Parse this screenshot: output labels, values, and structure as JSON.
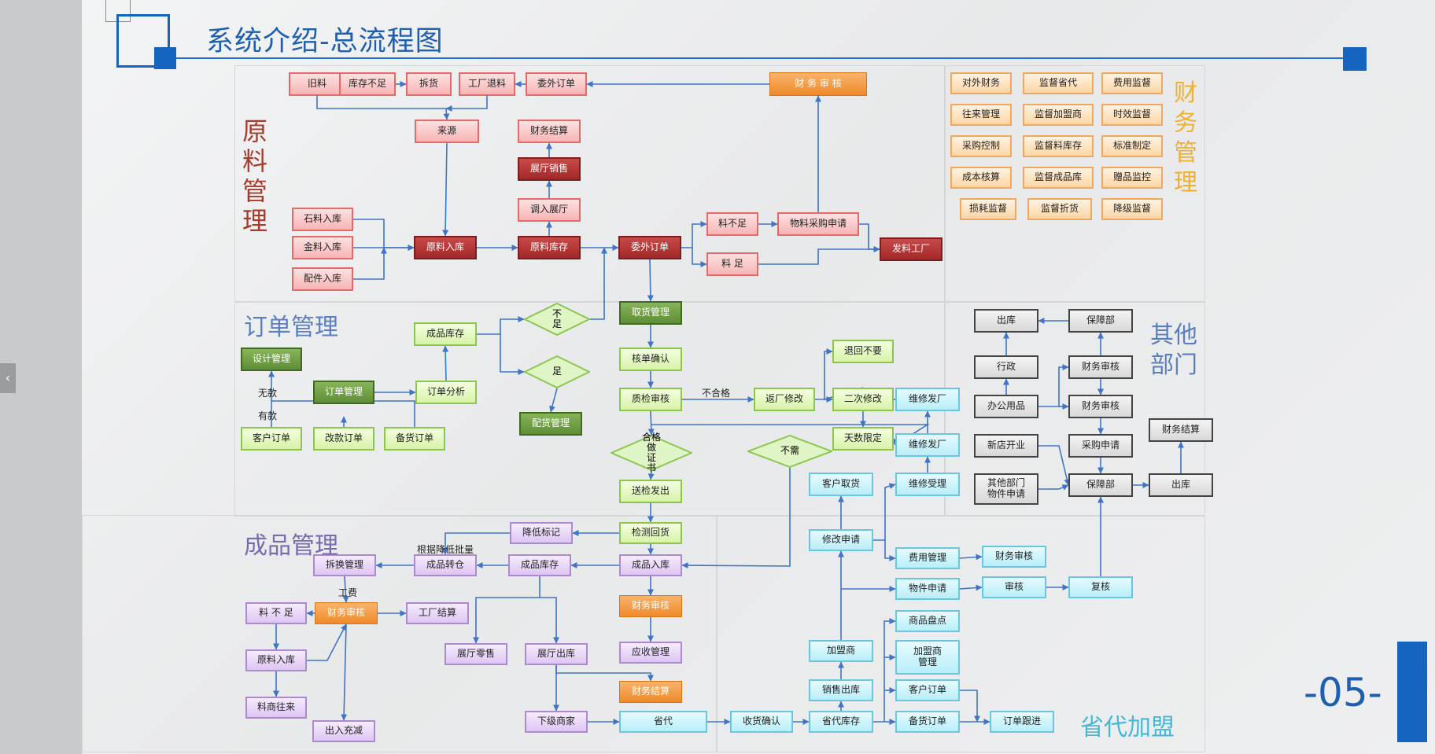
{
  "title": "系统介绍-总流程图",
  "page_number": "-05-",
  "nav_prev_glyph": "‹",
  "colors": {
    "accent": "#1565c0",
    "title": "#1f5fb0",
    "arrow": "#3f75c4"
  },
  "section_labels": {
    "raw": "原\n料\n管\n理",
    "finance": "财\n务\n管\n理",
    "order": "订单管理",
    "other": "其他\n部门",
    "product": "成品管理",
    "franchise": "省代加盟"
  },
  "nodes": {
    "jiuliao": "旧料",
    "kucunbuzu": "库存不足",
    "chaihuo": "拆货",
    "gongchangtuiliao": "工厂退料",
    "weiwai_top": "委外订单",
    "caiwu_top": "财 务 审 核",
    "laiyuan": "来源",
    "caiwujiesuan1": "财务结算",
    "zhantingxiaoshou": "展厅销售",
    "diaoruzhanting": "调入展厅",
    "shiliaorukuo": "石料入库",
    "jinliaorukuo": "金料入库",
    "peijianrukuo": "配件入库",
    "yuanliaorukuo": "原料入库",
    "yuanliaokucun": "原料库存",
    "weiwaidingdan2": "委外订单",
    "liaobuzu": "料不足",
    "liaozu": "料  足",
    "wuliaocaigou": "物料采购申请",
    "faliaogongchang": "发料工厂",
    "duiwaicaiwu": "对外财务",
    "jiandushengdai": "监督省代",
    "feiyongjiandu": "费用监督",
    "wanglaiguanli": "往来管理",
    "jiandujiameng": "监督加盟商",
    "shixiaojiandu": "时效监督",
    "caigoukongzhi": "采购控制",
    "jianduliaokucun": "监督料库存",
    "biaozhunzhiding": "标准制定",
    "chengbenhesuan": "成本核算",
    "jianduchengpin": "监督成品库",
    "zengpinjiankong": "赠品监控",
    "sunhaojiandu": "损耗监督",
    "jianduzhekou": "监督折货",
    "jiangjijiandu": "降级监督",
    "chengpinkucun_o": "成品库存",
    "sheji": "设计管理",
    "dingdanguanli": "订单管理",
    "dingdanfenxi": "订单分析",
    "kehudingdan": "客户订单",
    "gaikuandingdan": "改款订单",
    "beihuodingdan": "备货订单",
    "peihuoguanli": "配货管理",
    "quhuoguanli": "取货管理",
    "hedanqueren": "核单确认",
    "zhijianshenhe": "质检审核",
    "fanchangxiugai": "返厂修改",
    "erci": "二次修改",
    "tuihui": "退回不要",
    "tianshuxianding": "天数限定",
    "weixiufachang1": "维修发厂",
    "weixiufachang2": "维修发厂",
    "weixiushouli": "维修受理",
    "kehuquhuo": "客户取货",
    "songjianfachu": "送检发出",
    "chuku1": "出库",
    "baozhangbu1": "保障部",
    "xingzheng": "行政",
    "caiwushenhe_a": "财务审核",
    "bangongyongpin": "办公用品",
    "caiwushenhe_b": "财务审核",
    "xindiankaiye": "新店开业",
    "caigoushenqing": "采购申请",
    "qitabumen": "其他部门\n物件申请",
    "baozhangbu2": "保障部",
    "chuku2": "出库",
    "caiwujiesuan2": "财务结算",
    "jiangdibiaoji": "降低标记",
    "jiancehuihuo": "检测回货",
    "chaihuanguanli": "拆换管理",
    "chengpinzhuancang": "成品转仓",
    "chengpinkucun_p": "成品库存",
    "chengpinrukuo": "成品入库",
    "liaobuzu2": "料  不  足",
    "caiwushenhe_p": "财务审核",
    "gongchangjiesuan": "工厂结算",
    "caiwushenhe_p2": "财务审核",
    "yuanliaorukuo2": "原料入库",
    "zhantinglingshou": "展厅零售",
    "zhantingchuku": "展厅出库",
    "yingshouguanli": "应收管理",
    "liaoshangwanglai": "料商往来",
    "churuchongjian": "出入充减",
    "caiwujiesuan3": "财务结算",
    "xiajishangjia": "下级商家",
    "shengdai": "省代",
    "shouhuoqueren": "收货确认",
    "shengdaikucun": "省代库存",
    "beihuodingdan2": "备货订单",
    "dingdangenjin": "订单跟进",
    "kehudingdan2": "客户订单",
    "jiamengguanli": "加盟商\n管理",
    "shangpinpandian": "商品盘点",
    "xiaoshouchuku": "销售出库",
    "jiamengshang": "加盟商",
    "xiugaishenqing": "修改申请",
    "feiyongguanli": "费用管理",
    "caiwushenhe_f": "财务审核",
    "wujianshenqing": "物件申请",
    "shenhe": "审核",
    "fuhe": "复核"
  },
  "diamonds": {
    "buzu": "不\n足",
    "zu": "足",
    "zuozhengshu": "合格\n做\n证\n书",
    "buxu": "不需"
  },
  "edge_labels": {
    "wukuan": "无款",
    "youkuan": "有款",
    "buhege": "不合格",
    "genjujiangdipiliang": "根据降低批量",
    "gongfei": "工费"
  }
}
